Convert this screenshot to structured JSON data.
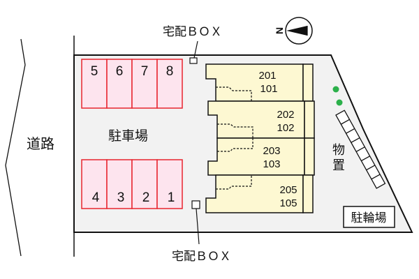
{
  "colors": {
    "lot_fill": "#f2f2f2",
    "parking_fill": "#fde4ee",
    "parking_stroke": "#e8242e",
    "building_fill": "#fdf8d2",
    "tree": "#2bb04a",
    "line": "#111111"
  },
  "labels": {
    "road": "道路",
    "parking_lot": "駐車場",
    "storage": "物置",
    "storage_line1": "物",
    "storage_line2": "置",
    "bicycle_parking": "駐輪場",
    "delivery_box_top": "宅配ＢＯＸ",
    "delivery_box_bottom": "宅配ＢＯＸ",
    "compass": "N"
  },
  "parking": {
    "top_row": [
      "5",
      "6",
      "7",
      "8"
    ],
    "bottom_row": [
      "4",
      "3",
      "2",
      "1"
    ]
  },
  "units": [
    {
      "upper": "201",
      "lower": "101"
    },
    {
      "upper": "202",
      "lower": "102"
    },
    {
      "upper": "203",
      "lower": "103"
    },
    {
      "upper": "205",
      "lower": "105"
    }
  ]
}
